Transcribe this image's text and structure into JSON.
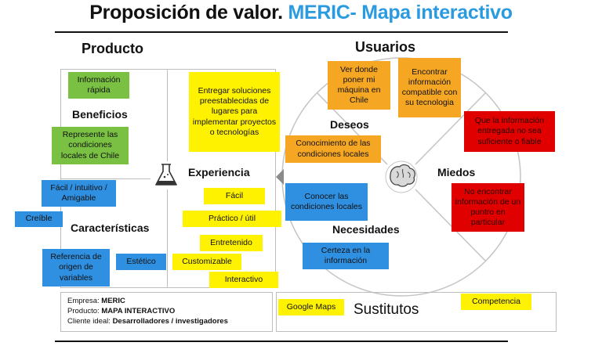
{
  "title": {
    "main": "Proposición de valor.",
    "accent": "MERIC- Mapa interactivo"
  },
  "colors": {
    "accent": "#2a9be0",
    "green": "#7ac143",
    "yellow": "#fff200",
    "orange": "#f5a623",
    "blue": "#2f8fe0",
    "red": "#e00000"
  },
  "product": {
    "heading": "Producto",
    "beneficios_label": "Beneficios",
    "experiencia_label": "Experiencia",
    "caracteristicas_label": "Características",
    "icon": "flask-icon",
    "notes": {
      "info_rapida": "Información rápida",
      "representa": "Represente las condiciones locales de Chile",
      "entregar": "Entregar soluciones preestablecidas de lugares para implementar proyectos o tecnologías",
      "facil_intuitivo": "Fácil / intuitivo / Amigable",
      "creible": "Creíble",
      "referencia": "Referencia de origen de variables",
      "estetico": "Estético",
      "facil": "Fácil",
      "practico": "Práctico / útil",
      "entretenido": "Entretenido",
      "customizable": "Customizable",
      "interactivo": "Interactivo"
    }
  },
  "users": {
    "heading": "Usuarios",
    "deseos_label": "Deseos",
    "miedos_label": "Miedos",
    "necesidades_label": "Necesidades",
    "icon": "brain-icon",
    "notes": {
      "ver_donde": "Ver donde poner mi máquina en Chile",
      "encontrar": "Encontrar información compatible con su tecnologia",
      "conocimiento": "Conocimiento de las condiciones locales",
      "miedo1": "Que la información entregada no sea suficiente o fiable",
      "miedo2": "No encontrar información de un puntro en particular",
      "conocer": "Conocer las condiciones locales",
      "certeza": "Certeza en la información"
    }
  },
  "info": {
    "empresa_label": "Empresa:",
    "empresa": "MERIC",
    "producto_label": "Producto:",
    "producto": "MAPA INTERACTIVO",
    "cliente_label": "Cliente ideal:",
    "cliente": "Desarrolladores / investigadores"
  },
  "substitutes": {
    "label": "Sustitutos",
    "google": "Google Maps",
    "competencia": "Competencia"
  }
}
